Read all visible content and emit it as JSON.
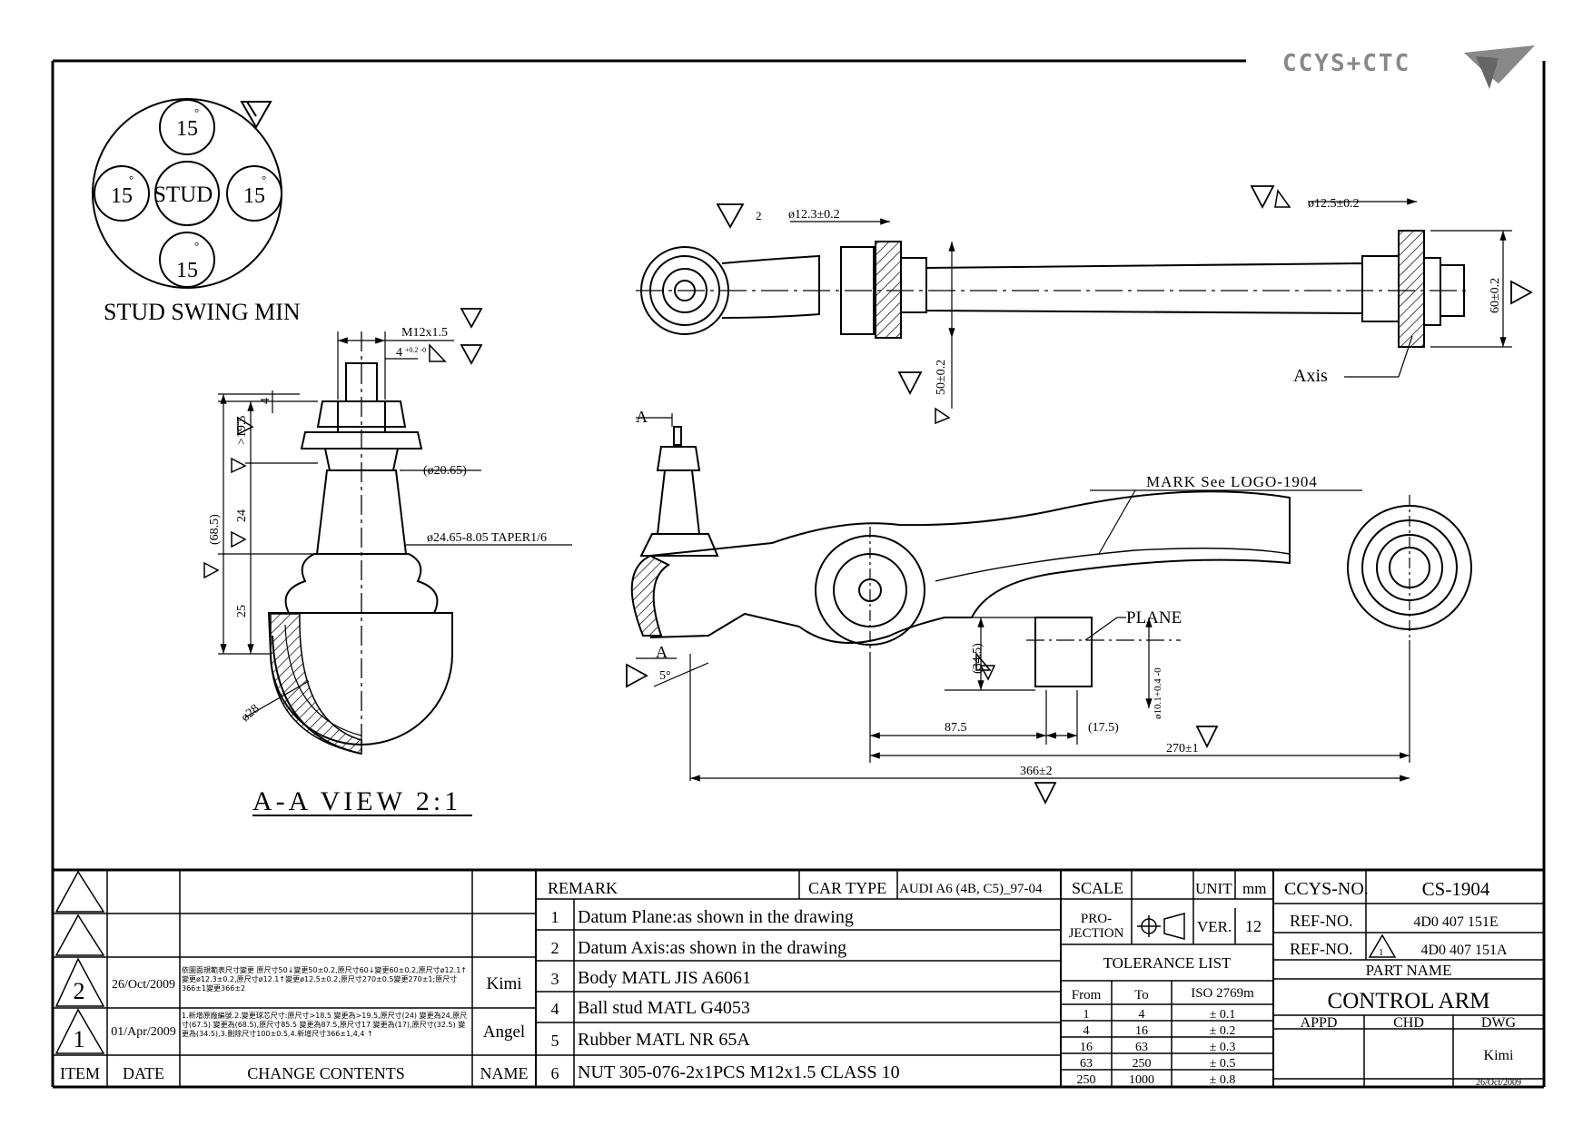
{
  "logo": {
    "text": "CCYS+CTC"
  },
  "stud_swing": {
    "center": "STUD",
    "angles": [
      "15",
      "15",
      "15",
      "15"
    ],
    "degree_mark": "°",
    "caption": "STUD SWING MIN"
  },
  "section_view": {
    "thread": "M12x1.5",
    "thread_len": "4",
    "thread_len_tol": "+0.2 -0",
    "dim_4": "4",
    "dim_19_5": ">19.5",
    "dim_24": "24",
    "dim_68_5": "(68.5)",
    "dim_25": "25",
    "dia_20_65": "(ø20.65)",
    "taper": "ø24.65-8.05 TAPER1/6",
    "ball_dia": "ø28",
    "title": "A-A  VIEW  2:1"
  },
  "top_view": {
    "dia_left": "ø12.3±0.2",
    "dia_right": "ø12.5±0.2",
    "dim_50": "50±0.2",
    "dim_60": "60±0.2",
    "axis_label": "Axis",
    "marker_2": "2"
  },
  "front_view": {
    "section_a": "A",
    "mark_label": "MARK See LOGO-1904",
    "plane_label": "PLANE",
    "dim_34_5": "(34.5)",
    "dim_87_5": "87.5",
    "dim_17_5": "(17.5)",
    "dim_10_1": "ø10.1+0.4 -0",
    "dim_270": "270±1",
    "dim_366": "366±2",
    "angle_5": "5°"
  },
  "revisions": {
    "headers": {
      "item": "ITEM",
      "date": "DATE",
      "change": "CHANGE CONTENTS",
      "name": "NAME"
    },
    "rows": [
      {
        "item": "",
        "date": "",
        "change": "",
        "name": ""
      },
      {
        "item": "",
        "date": "",
        "change": "",
        "name": ""
      },
      {
        "item": "2",
        "date": "26/Oct/2009",
        "change": "依圖面規範表尺寸變更 原尺寸50↓變更50±0.2,原尺寸60↓變更60±0.2,原尺寸ø12.1↑變更ø12.3±0.2,原尺寸ø12.1↑變更ø12.5±0.2,原尺寸270±0.5變更270±1;原尺寸366±1變更366±2",
        "name": "Kimi"
      },
      {
        "item": "1",
        "date": "01/Apr/2009",
        "change": "1.新增原廠編號.2.變更球芯尺寸:原尺寸>18.5 變更為>19.5,原尺寸(24) 變更為24,原尺寸(67.5) 變更為(68.5),原尺寸85.5 變更為87.5,原尺寸17 變更為(17),原尺寸(32.5) 變更為(34.5),3.刪除尺寸100±0.5,4.新增尺寸366±1,4,4 ↑",
        "name": "Angel"
      }
    ]
  },
  "remarks": {
    "header": "REMARK",
    "car_type_label": "CAR TYPE",
    "car_type": "AUDI A6 (4B, C5)_97-04",
    "items": [
      {
        "no": "1",
        "text": "Datum Plane:as shown in the drawing"
      },
      {
        "no": "2",
        "text": "Datum Axis:as shown in the drawing"
      },
      {
        "no": "3",
        "text": "Body MATL JIS A6061"
      },
      {
        "no": "4",
        "text": "Ball stud MATL G4053"
      },
      {
        "no": "5",
        "text": "Rubber MATL NR 65A"
      },
      {
        "no": "6",
        "text": "NUT 305-076-2x1PCS M12x1.5 CLASS 10"
      }
    ]
  },
  "specs": {
    "scale_label": "SCALE",
    "scale_value": "",
    "unit_label": "UNIT",
    "unit_value": "mm",
    "projection_label_1": "PRO-",
    "projection_label_2": "JECTION",
    "ver_label": "VER.",
    "ver_value": "12",
    "tolerance_title": "TOLERANCE LIST",
    "tol_headers": {
      "from": "From",
      "to": "To",
      "iso": "ISO 2769m"
    },
    "tolerances": [
      {
        "from": "1",
        "to": "4",
        "tol": "± 0.1"
      },
      {
        "from": "4",
        "to": "16",
        "tol": "± 0.2"
      },
      {
        "from": "16",
        "to": "63",
        "tol": "± 0.3"
      },
      {
        "from": "63",
        "to": "250",
        "tol": "± 0.5"
      },
      {
        "from": "250",
        "to": "1000",
        "tol": "± 0.8"
      }
    ]
  },
  "title_block": {
    "ccys_no_label": "CCYS-NO.",
    "ccys_no": "CS-1904",
    "ref_no_label": "REF-NO.",
    "ref_no_1": "4D0 407 151E",
    "ref_no_2": "4D0 407 151A",
    "ref_marker": "1",
    "part_name_label": "PART NAME",
    "part_name": "CONTROL ARM",
    "appd_label": "APPD",
    "chd_label": "CHD",
    "dwg_label": "DWG",
    "drawn_by": "Kimi",
    "drawn_date": "26/Oct/2009"
  }
}
